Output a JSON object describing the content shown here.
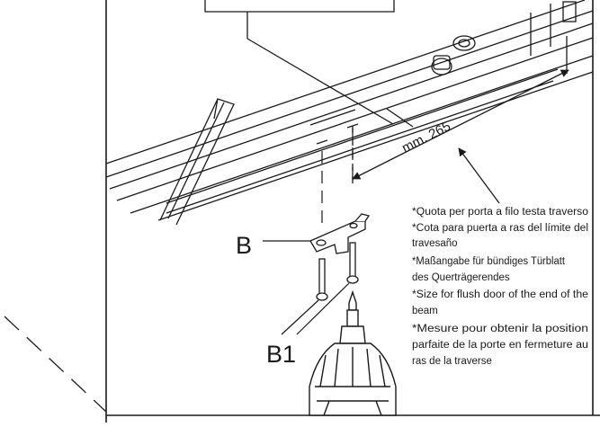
{
  "labels": {
    "b": "B",
    "b1": "B1",
    "dimension": "mm. 265"
  },
  "notes": [
    "*Quota per porta a filo testa traverso",
    "*Cota para puerta a ras del límite del",
    "travesaño",
    "*Maßangabe für bündiges Türblatt",
    "des Querträgerendes",
    "*Size for flush door of the end of the",
    "beam",
    "*Mesure pour obtenir la position",
    "parfaite de la porte en fermeture au",
    "ras de la traverse"
  ],
  "colors": {
    "line": "#1a1a1a",
    "background": "#ffffff"
  },
  "icons": {
    "drill": "drill-icon",
    "screw": "screw-icon",
    "bracket": "bracket-icon",
    "arrow": "arrow-icon"
  }
}
